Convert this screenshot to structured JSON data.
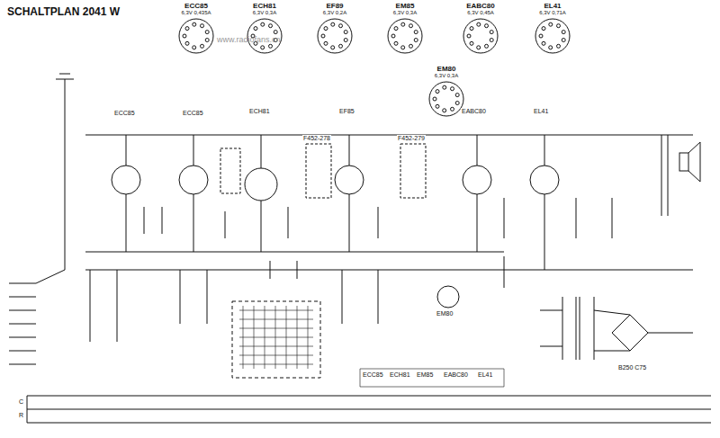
{
  "diagram": {
    "title": "SCHALTPLAN 2041 W",
    "nodes": [
      {
        "text": [
          "ECC85",
          "6,3V 0,435A"
        ]
      },
      {
        "text": [
          "ECH81",
          "6,3V 0,3A"
        ]
      },
      {
        "text": [
          "EF89",
          "6,3V 0,2A"
        ]
      },
      {
        "text": [
          "EM85",
          "6,3V 0,3A"
        ]
      },
      {
        "text": [
          "EABC80",
          "6,3V 0,45A"
        ]
      },
      {
        "text": [
          "EL41",
          "6,3V 0,71A"
        ]
      },
      {
        "text": [
          "EM80",
          "6,3V 0,3A"
        ]
      }
    ],
    "labels": [
      "www.radiofans.cn",
      "ECC85",
      "ECC85",
      "ECH81",
      "F452-278",
      "EF85",
      "F452-279",
      "EABC80",
      "EL41",
      "EM80",
      "B250 C75",
      "C",
      "R",
      "ECC85",
      "ECH81",
      "EM85",
      "EABC80",
      "EL41"
    ]
  }
}
